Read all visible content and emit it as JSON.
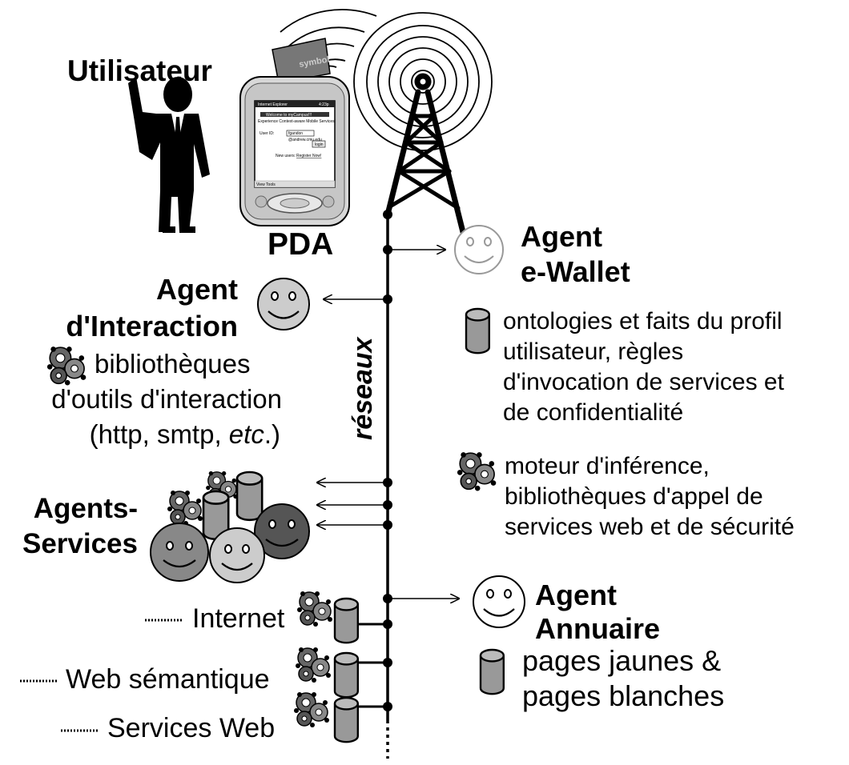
{
  "labels": {
    "utilisateur": "Utilisateur",
    "pda": "PDA",
    "reseaux": "réseaux",
    "agent_ewallet_line1": "Agent",
    "agent_ewallet_line2": "e-Wallet",
    "agent_interaction_line1": "Agent",
    "agent_interaction_line2": "d'Interaction",
    "interaction_text_line1": "bibliothèques",
    "interaction_text_line2": "d'outils d'interaction",
    "interaction_text_line3_a": "(http, smtp, ",
    "interaction_text_line3_b": "etc",
    "interaction_text_line3_c": ".)",
    "ewallet_db_text": "ontologies et faits du profil\nutilisateur, règles\nd'invocation de services et\nde confidentialité",
    "ewallet_engine_text": "moteur d'inférence,\nbibliothèques d'appel de\nservices web et de sécurité",
    "agents_services_line1": "Agents-",
    "agents_services_line2": "Services",
    "agent_annuaire_line1": "Agent",
    "agent_annuaire_line2": "Annuaire",
    "annuaire_text_line1": "pages  jaunes  &",
    "annuaire_text_line2": "pages blanches",
    "internet": "Internet",
    "web_semantique": "Web sémantique",
    "services_web": "Services Web"
  },
  "pda_screen": {
    "app_title": "Internet Explorer",
    "clock": "4:23p",
    "welcome": "Welcome to myCampus!!!",
    "subtitle": "Experience Context-aware Mobile Services!",
    "user_id_label": "User ID:",
    "user_id_value": "fgandon",
    "email": "@andrew.cmu.edu",
    "login_button": "login",
    "new_users": "New users:",
    "register": "Register Now!",
    "bottom_bar": "View Tools",
    "brand": "symbol"
  }
}
